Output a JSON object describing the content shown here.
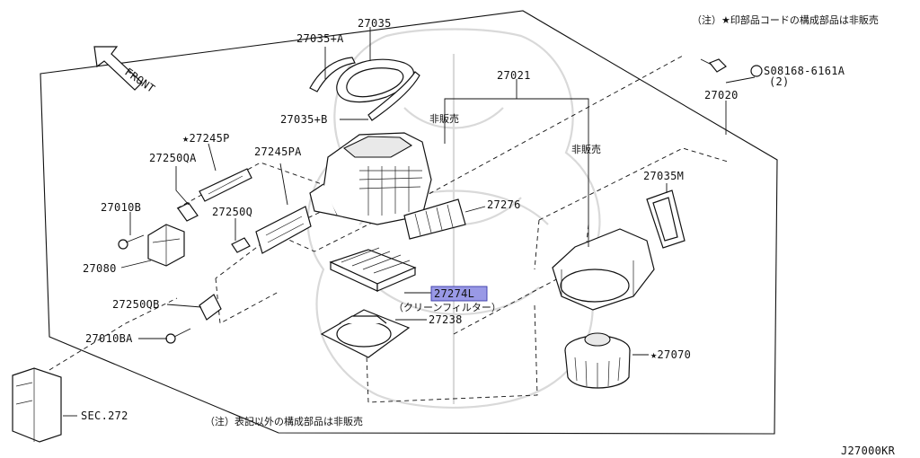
{
  "diagram": {
    "note_top": "（注）★印部品コードの構成部品は非販売",
    "note_bottom": "（注）表記以外の構成部品は非販売",
    "diagram_code": "J27000KR",
    "front_label": "FRONT",
    "labels": {
      "p27035": "27035",
      "p27035a": "27035+A",
      "p27035b": "27035+B",
      "p27021": "27021",
      "p27020": "27020",
      "bolt": "S08168-6161A",
      "bolt_qty": "(2)",
      "p27245p": "★27245P",
      "p27245pa": "27245PA",
      "p27250qa": "27250QA",
      "p27010b": "27010B",
      "p27250q": "27250Q",
      "p27080": "27080",
      "p27250qb": "27250QB",
      "p27010ba": "27010BA",
      "sec": "SEC.272",
      "p27276": "27276",
      "p27274l": "27274L",
      "filter_note": "（クリーンフィルター）",
      "p27238": "27238",
      "p27035m": "27035M",
      "p27070": "★27070",
      "not_sold_1": "非販売",
      "not_sold_2": "非販売"
    },
    "highlighted_part": "27274L",
    "highlight_color": "#9999e6"
  }
}
